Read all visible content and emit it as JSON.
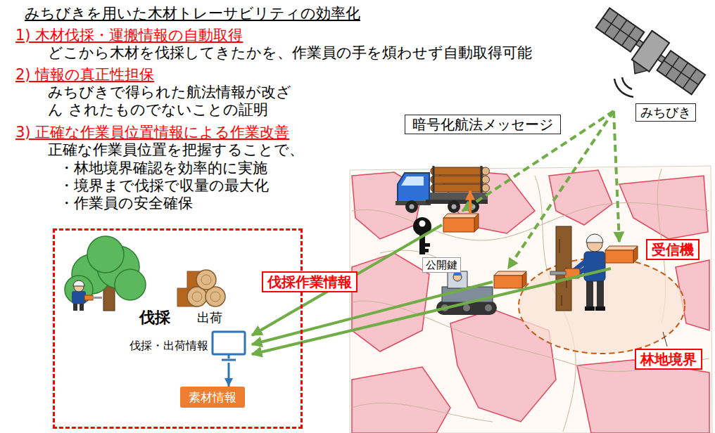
{
  "diagram": {
    "title": "みちびきを用いた木材トレーサビリティの効率化",
    "nodes": [
      {
        "text": [
          "みちびき"
        ]
      },
      {
        "text": [
          "暗号化航法メッセージ"
        ]
      },
      {
        "text": [
          "伐採",
          "出荷"
        ]
      },
      {
        "text": [
          "伐採・出荷情報"
        ],
        "in": 2
      },
      {
        "text": [
          "素材情報"
        ],
        "in": 2
      },
      {
        "text": [
          "受信機"
        ]
      },
      {
        "text": [
          "伐採作業情報"
        ]
      },
      {
        "text": [
          "林地境界"
        ]
      }
    ],
    "edges": [
      {
        "from": 3,
        "to": 4,
        "arrow": "to"
      }
    ],
    "labels": [
      "1) 木材伐採・運搬情報の自動取得",
      "どこから木材を伐採してきたかを、作業員の手を煩わせず自動取得可能",
      "2) 情報の真正性担保",
      "みちびきで得られた航法情報が改ざん されたものでないことの証明",
      "3) 正確な作業員位置情報による作業改善",
      "正確な作業員位置を把握することで、",
      "・林地境界確認を効率的に実施",
      "・境界まで伐採で収量の最大化",
      "・作業員の安全確保",
      "公開鍵"
    ]
  }
}
